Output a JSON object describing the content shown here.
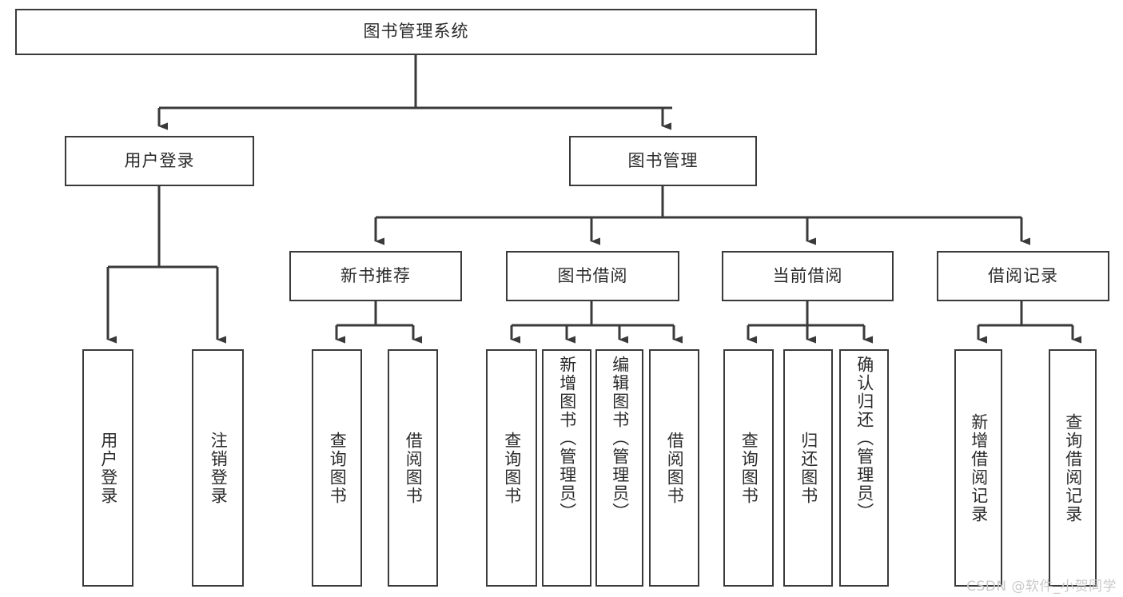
{
  "diagram": {
    "type": "tree-hierarchy",
    "title": "图书管理系统",
    "colors": {
      "background": "#ffffff",
      "node_border": "#3a3a3a",
      "node_fill": "#ffffff",
      "text": "#2b2b2b",
      "edge": "#3a3a3a",
      "watermark": "#c9c9c9"
    },
    "root": {
      "label": "图书管理系统"
    },
    "level1": [
      {
        "label": "用户登录"
      },
      {
        "label": "图书管理"
      }
    ],
    "level2": [
      {
        "label": "新书推荐"
      },
      {
        "label": "图书借阅"
      },
      {
        "label": "当前借阅"
      },
      {
        "label": "借阅记录"
      }
    ],
    "leaves": {
      "user_login": [
        {
          "label": "用户登录"
        },
        {
          "label": "注销登录"
        }
      ],
      "new_book_recommend": [
        {
          "label": "查询图书"
        },
        {
          "label": "借阅图书"
        }
      ],
      "book_borrow": [
        {
          "label": "查询图书"
        },
        {
          "label": "新增图书（管理员）"
        },
        {
          "label": "编辑图书（管理员）"
        },
        {
          "label": "借阅图书"
        }
      ],
      "current_borrow": [
        {
          "label": "查询图书"
        },
        {
          "label": "归还图书"
        },
        {
          "label": "确认归还（管理员）"
        }
      ],
      "borrow_record": [
        {
          "label": "新增借阅记录"
        },
        {
          "label": "查询借阅记录"
        }
      ]
    },
    "watermark": "CSDN @软件_小贺同学"
  }
}
